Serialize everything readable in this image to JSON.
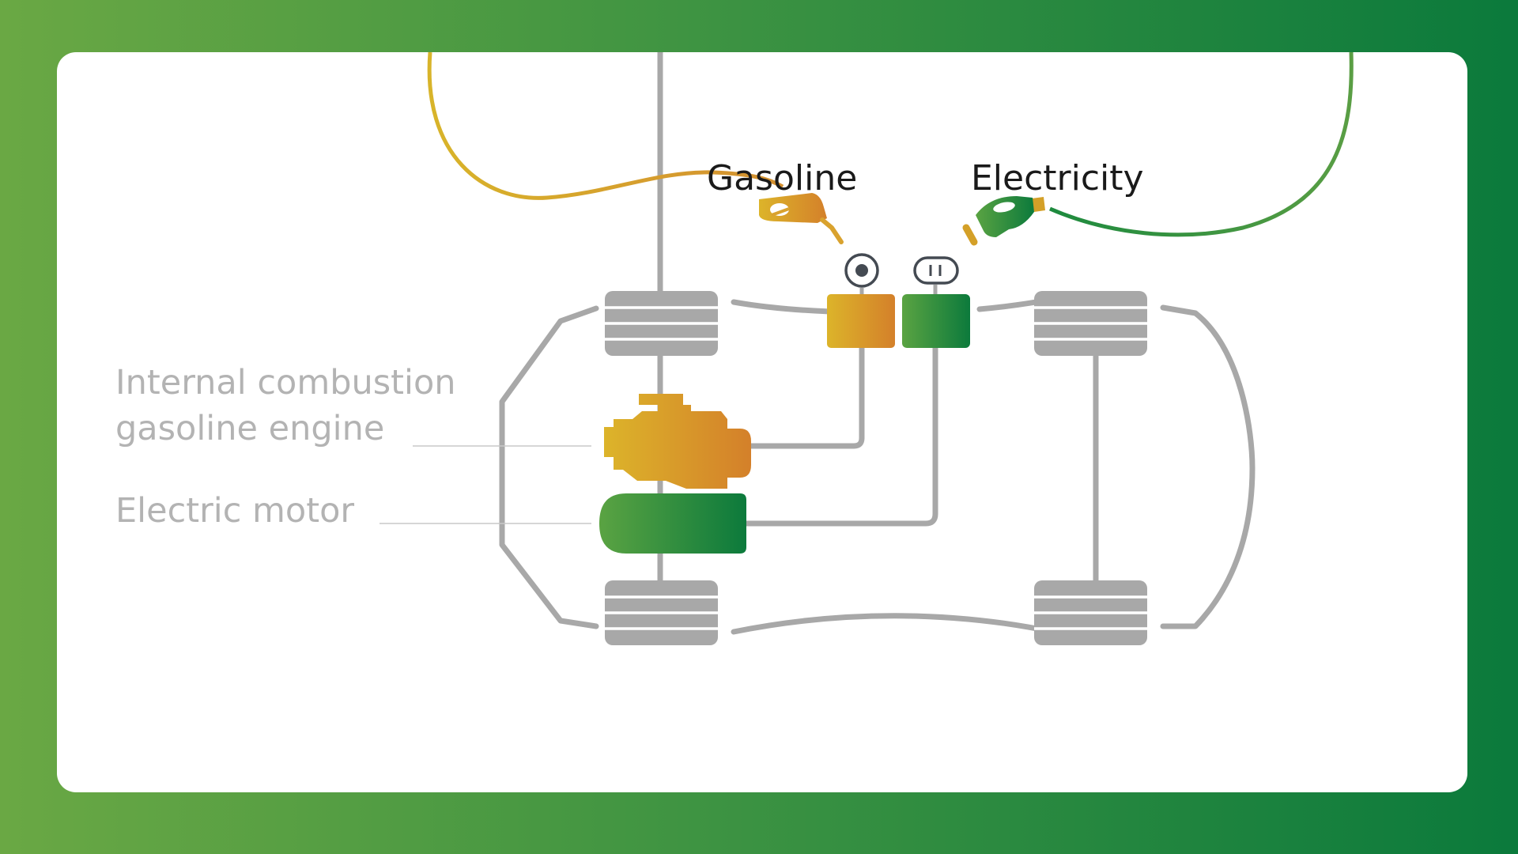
{
  "labels": {
    "gasoline": "Gasoline",
    "electricity": "Electricity",
    "engine_line1": "Internal combustion",
    "engine_line2": "gasoline engine",
    "motor": "Electric motor"
  },
  "icons": {
    "fuel_nozzle": "gas-pump-nozzle-icon",
    "charging_plug": "ev-charging-plug-icon",
    "fuel_port": "fuel-inlet-icon",
    "charging_port": "power-outlet-icon",
    "engine": "engine-block-icon",
    "motor": "electric-motor-icon",
    "wheel": "wheel-icon"
  },
  "colors": {
    "background_start": "#6aa844",
    "background_end": "#0b7a3c",
    "gasoline_start": "#dcb42a",
    "gasoline_end": "#d4802a",
    "electric_start": "#5aa342",
    "electric_end": "#0c7a3c",
    "chassis": "#a8a8a8",
    "label_gray": "#b3b3b3",
    "title_text": "#1a1a1a"
  }
}
